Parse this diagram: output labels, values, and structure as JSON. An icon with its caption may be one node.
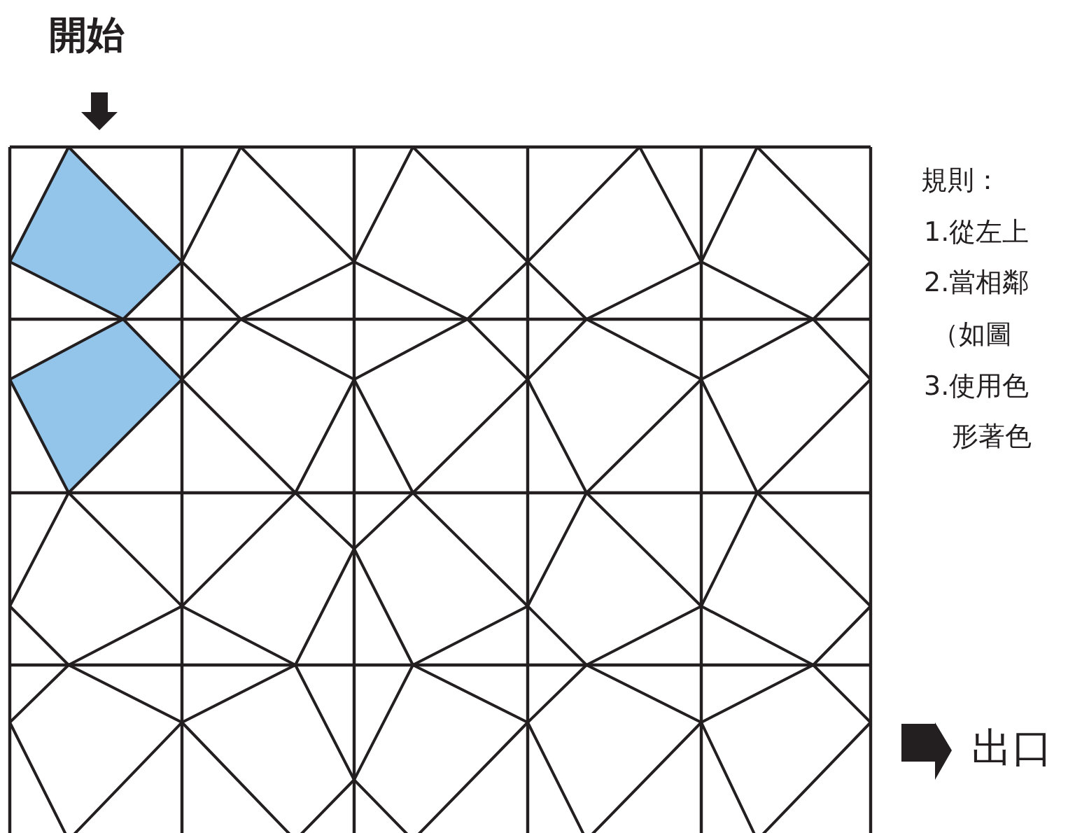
{
  "diagram": {
    "labels": [
      "開始",
      "規則：",
      "1.從左上",
      "2.當相鄰",
      "（如圖",
      "3.使用色",
      "形著色",
      "出口"
    ]
  }
}
